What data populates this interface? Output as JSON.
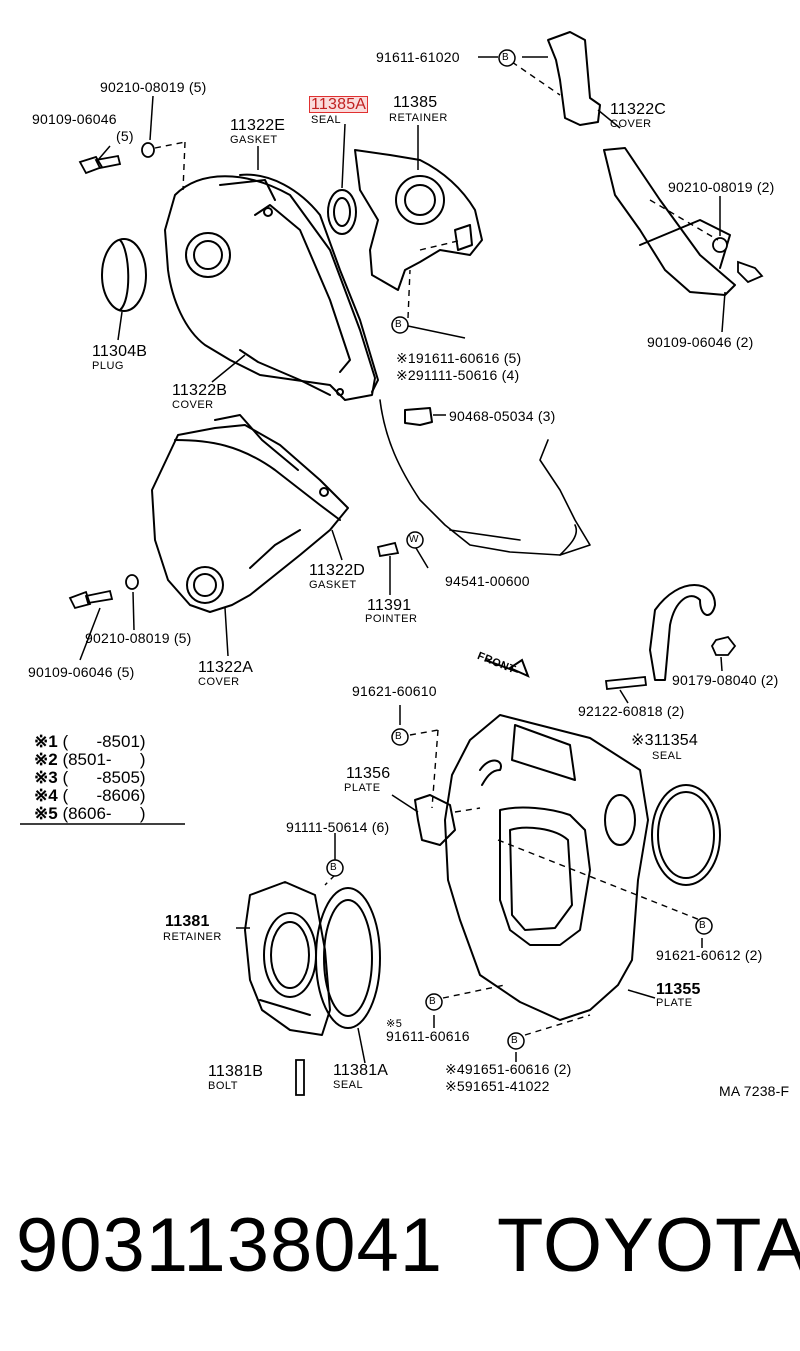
{
  "parts": {
    "p_91611_61020": "91611-61020",
    "p_90210_08019_top": "90210-08019 (5)",
    "p_90109_06046_top": "90109-06046",
    "p_90109_06046_top_qty": "(5)",
    "p_11385A": "11385A",
    "p_11385A_sub": "SEAL",
    "p_11385": "11385",
    "p_11385_sub": "RETAINER",
    "p_11322E": "11322E",
    "p_11322E_sub": "GASKET",
    "p_11322C": "11322C",
    "p_11322C_sub": "COVER",
    "p_90210_08019_right": "90210-08019 (2)",
    "p_90109_06046_right": "90109-06046 (2)",
    "p_11304B": "11304B",
    "p_11304B_sub": "PLUG",
    "p_11322B": "11322B",
    "p_11322B_sub": "COVER",
    "p_91611_60616": "※191611-60616 (5)",
    "p_91111_50616": "※291111-50616 (4)",
    "p_90468_05034": "90468-05034 (3)",
    "p_11322D": "11322D",
    "p_11322D_sub": "GASKET",
    "p_94541_00600": "94541-00600",
    "p_11391": "11391",
    "p_11391_sub": "POINTER",
    "p_90210_08019_left": "90210-08019 (5)",
    "p_90109_06046_left": "90109-06046 (5)",
    "p_11322A": "11322A",
    "p_11322A_sub": "COVER",
    "front": "FRONT",
    "p_92122_60818": "92122-60818 (2)",
    "p_90179_08040": "90179-08040 (2)",
    "p_91621_60610": "91621-60610",
    "p_11354": "※311354",
    "p_11354_sub": "SEAL",
    "p_11356": "11356",
    "p_11356_sub": "PLATE",
    "p_91111_50614": "91111-50614 (6)",
    "p_11381": "11381",
    "p_11381_sub": "RETAINER",
    "p_91621_60612": "91621-60612 (2)",
    "p_11355": "11355",
    "p_11355_sub": "PLATE",
    "p_91611_60616_b_mark": "※5",
    "p_91611_60616_b": "91611-60616",
    "p_11381B": "11381B",
    "p_11381B_sub": "BOLT",
    "p_11381A": "11381A",
    "p_11381A_sub": "SEAL",
    "p_91651_60616": "※491651-60616 (2)",
    "p_91651_41022": "※591651-41022",
    "ref": "MA 7238-F",
    "bolt_mark": "B",
    "washer_mark": "W"
  },
  "legend": [
    {
      "mark": "※1",
      "range": "(      -8501)"
    },
    {
      "mark": "※2",
      "range": "(8501-      )"
    },
    {
      "mark": "※3",
      "range": "(      -8505)"
    },
    {
      "mark": "※4",
      "range": "(      -8606)"
    },
    {
      "mark": "※5",
      "range": "(8606-      )"
    }
  ],
  "footer": {
    "part_number": "9031138041",
    "brand": "TOYOTA"
  }
}
